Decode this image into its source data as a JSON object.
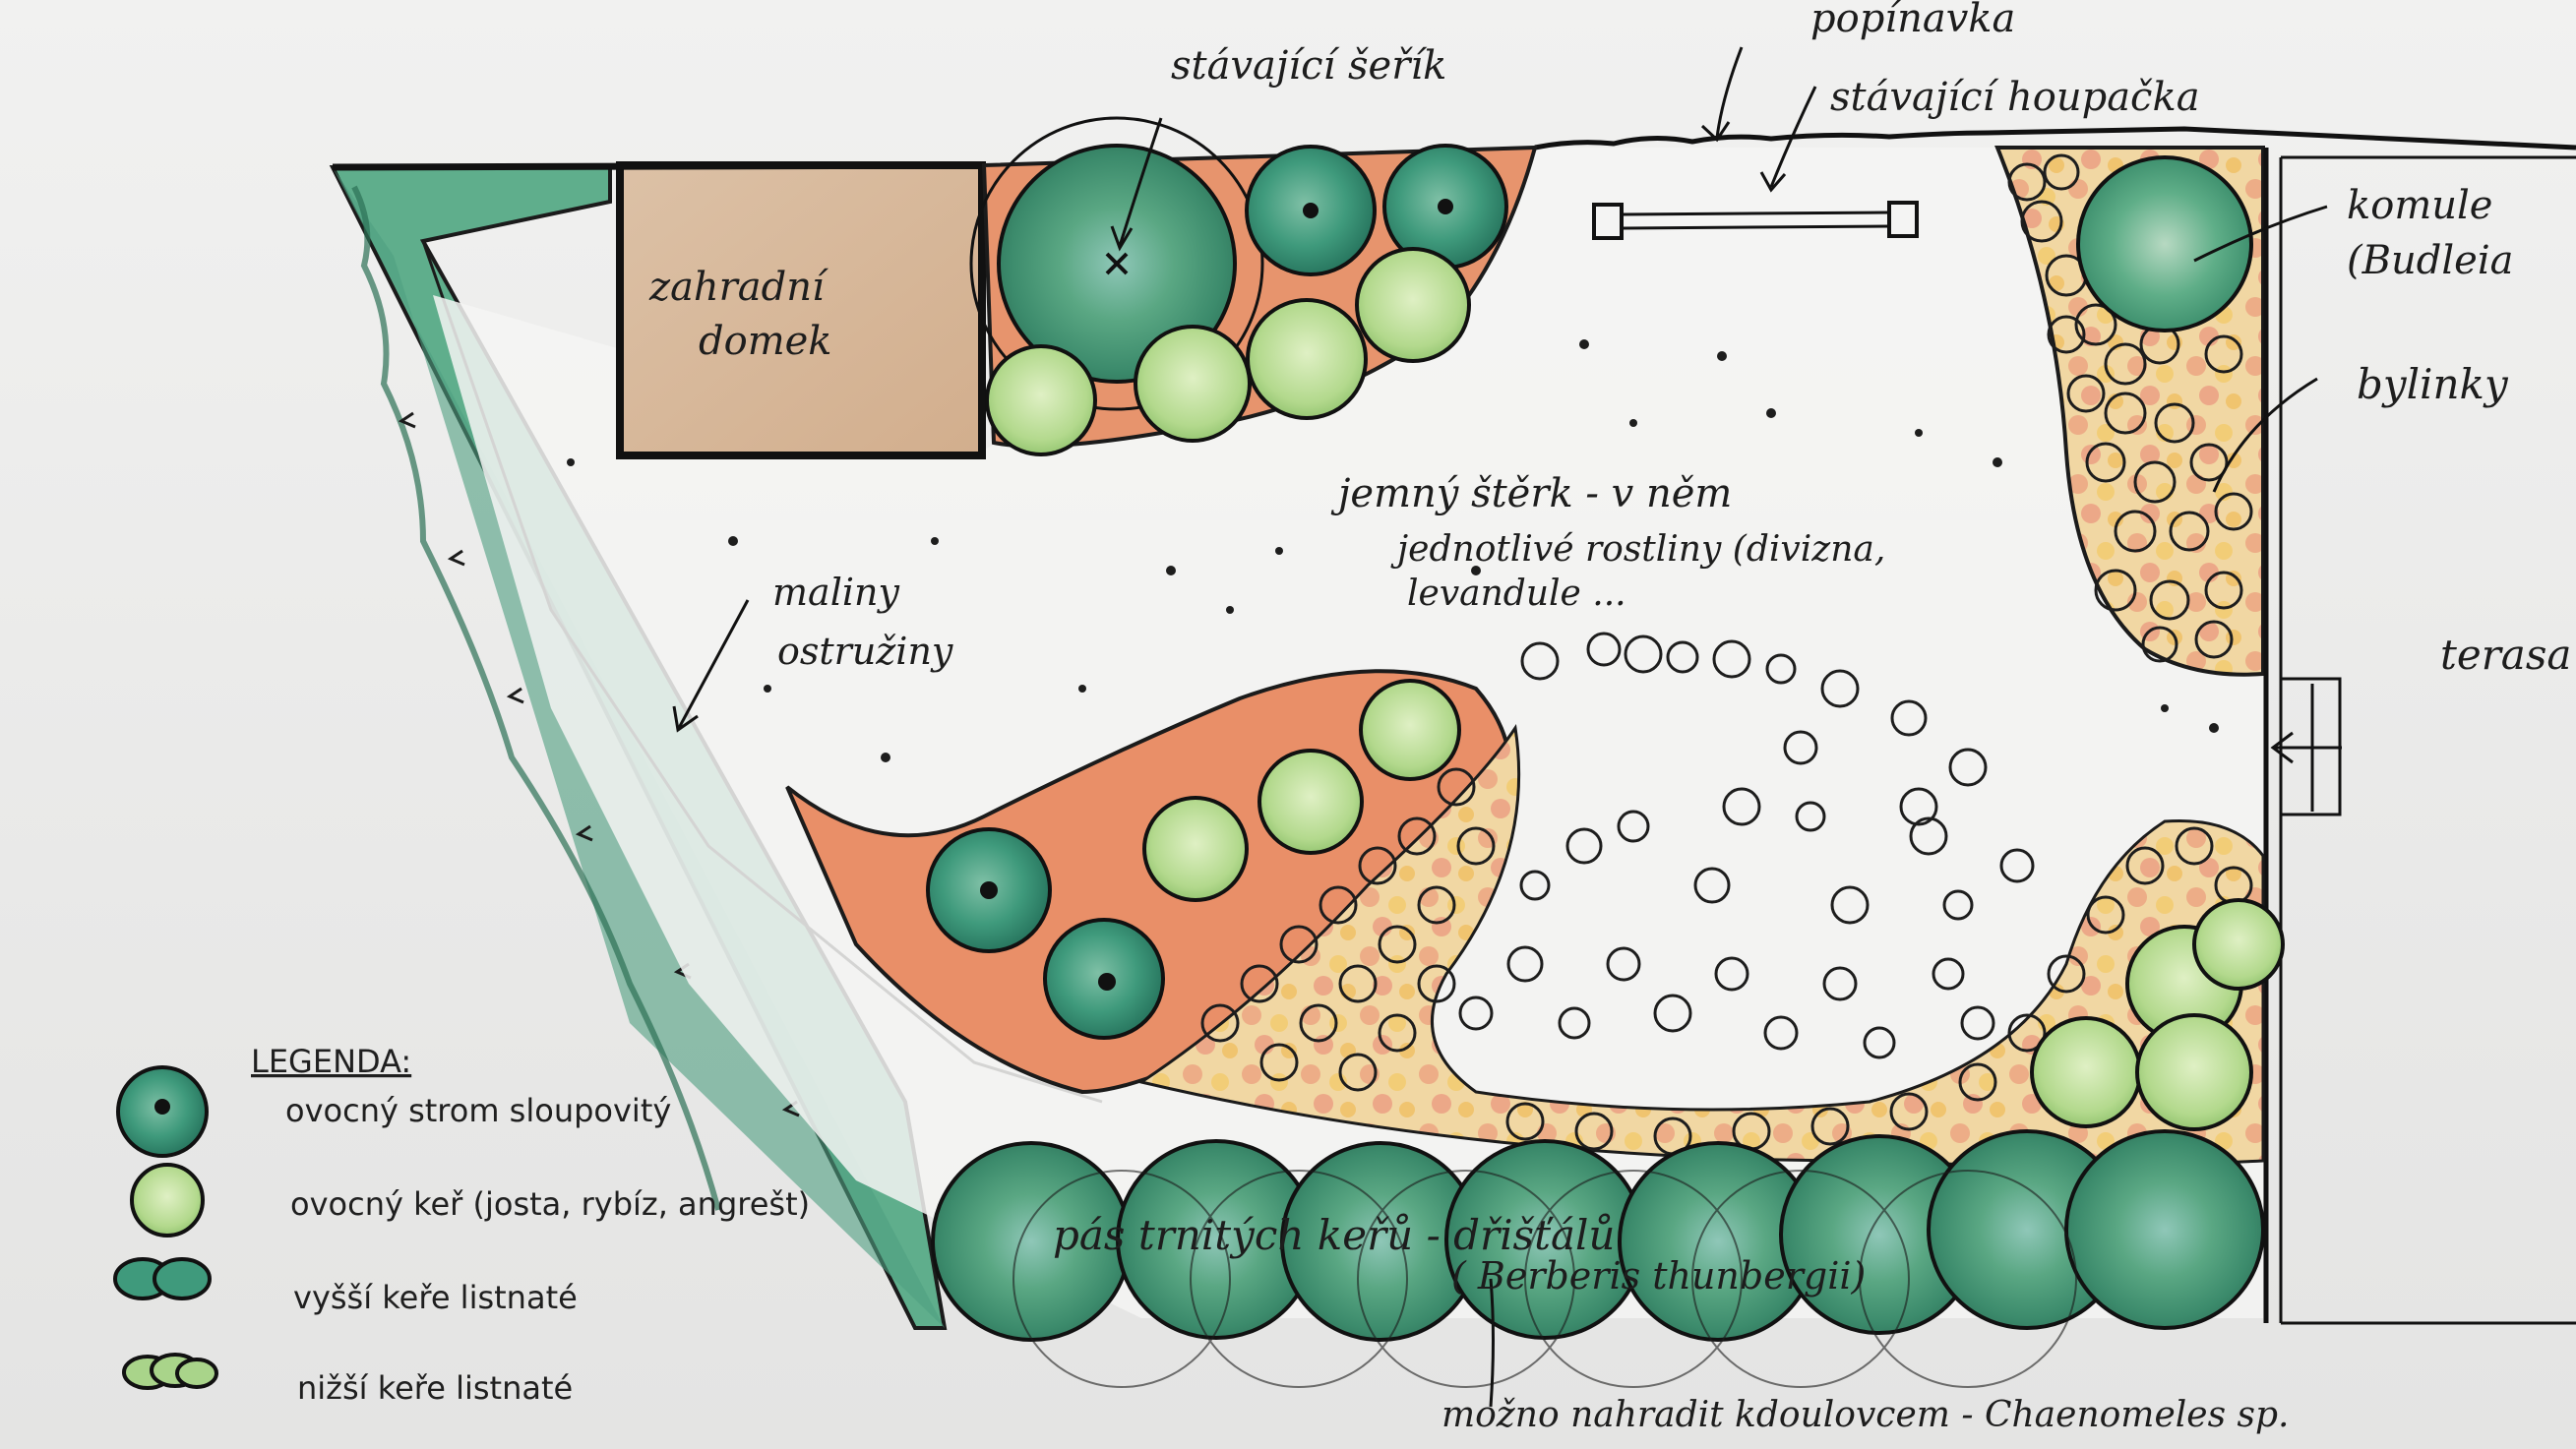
{
  "labels": {
    "shed_line1": "zahradní",
    "shed_line2": "domek",
    "existing_hedge": "stávající šeřík",
    "climber": "popínavka",
    "existing_swing": "stávající houpačka",
    "buddleia_line1": "komule",
    "buddleia_line2": "(Budleia",
    "herbs": "bylinky",
    "terrace": "terasa",
    "raspberries_line1": "maliny",
    "raspberries_line2": "ostružiny",
    "gravel_line1": "jemný štěrk - v něm",
    "gravel_line2": "jednotlivé rostliny (divizna,",
    "gravel_line3": "levandule ...",
    "shrub_belt_line1": "pás trnitých keřů - dřišťálů",
    "shrub_belt_line2": "( Berberis thunbergii)",
    "replace_note": "možno nahradit kdoulovcem - Chaenomeles sp."
  },
  "legend": {
    "title": "LEGENDA:",
    "items": [
      {
        "label": "ovocný strom sloupovitý",
        "symbol": "column-fruit-tree-icon"
      },
      {
        "label": "ovocný keř (josta, rybíz, angrešt)",
        "symbol": "fruit-shrub-icon"
      },
      {
        "label": "vyšší keře listnaté",
        "symbol": "tall-deciduous-shrub-icon"
      },
      {
        "label": "nižší keře listnaté",
        "symbol": "low-deciduous-shrub-icon"
      }
    ]
  },
  "colors": {
    "tree_green": "#2f8a6a",
    "light_green": "#a9d48a",
    "orange_bed": "#e48a62",
    "shed_fill": "#d9b99b",
    "ink": "#1b1b1b"
  }
}
